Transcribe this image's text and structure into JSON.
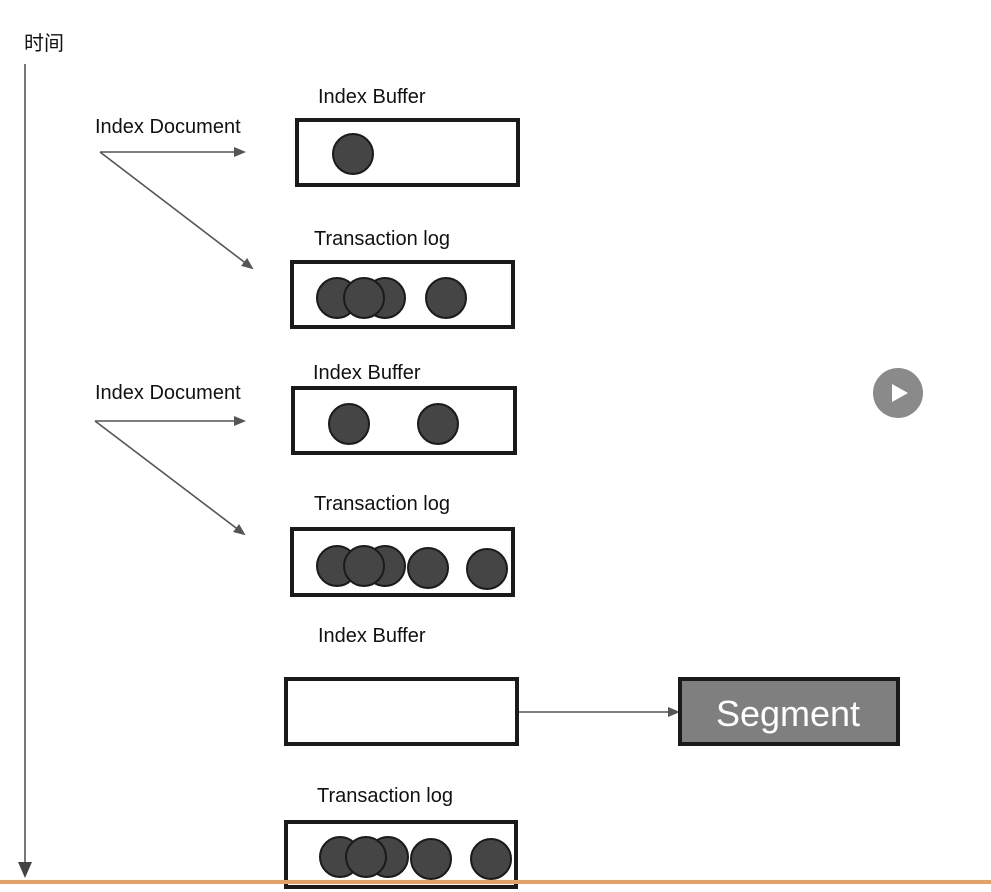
{
  "time_axis_label": "时间",
  "labels": {
    "index_document": "Index Document",
    "index_buffer": "Index Buffer",
    "transaction_log": "Transaction log",
    "segment": "Segment"
  },
  "stages": [
    {
      "index_buffer_docs": 1,
      "transaction_log_docs": 4,
      "has_index_document": true
    },
    {
      "index_buffer_docs": 2,
      "transaction_log_docs": 5,
      "has_index_document": true
    },
    {
      "index_buffer_docs": 0,
      "transaction_log_docs": 5,
      "has_index_document": false,
      "flushed_to": "Segment"
    }
  ],
  "colors": {
    "document_dot": "#454545",
    "segment_fill": "#7f7f7f",
    "arrow": "#555555",
    "play_button": "#8a8a8a"
  },
  "controls": {
    "play_icon": "play-icon"
  }
}
